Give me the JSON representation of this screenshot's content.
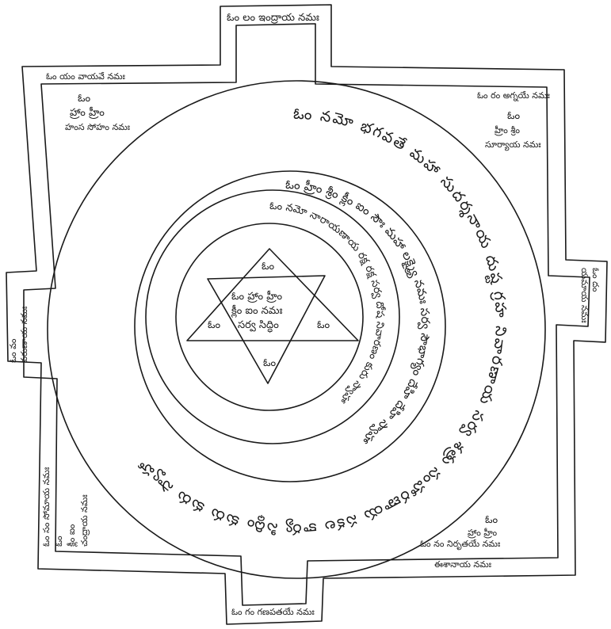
{
  "diagram": {
    "ink_color": "#1a1a1a",
    "paper_color": "#ffffff",
    "gates": {
      "top": "ఓం లం ఇంద్రాయ నమః",
      "bottom": "ఓం గం గణపతయే నమః",
      "right": [
        "ఓం దం",
        "యమాయ నమః"
      ],
      "left": [
        "ఓం వం",
        "వరుణాయ నమః"
      ]
    },
    "corners": {
      "top_left": [
        "ఓం యం వాయవే నమః",
        "ఓం",
        "హ్రాం హ్రీం",
        "హంస సోహం నమః"
      ],
      "top_right": [
        "ఓం రం అగ్నయే నమః",
        "ఓం",
        "హ్రీం శ్రీం",
        "సూర్యాయ నమః"
      ],
      "bottom_left": [
        "ఓం సం సోమాయ నమః",
        "ఓం",
        "క్లీం ఐం",
        "చంద్రాయ నమః"
      ],
      "bottom_right": [
        "ఓం నం నిరృతయే నమః",
        "ఓం",
        "హ్రాం హ్రీం",
        "ఈశానాయ నమః"
      ]
    },
    "rings": {
      "outer": "ఓం నమో భగవతే మహా సుదర్శనాయ దుష్ట గ్రహ నివారణాయ సర్వ శత్రు సంహారణాయ సకల కార్య సిద్ధిం కురు కురు స్వాహా",
      "middle": "ఓం హ్రీం శ్రీం క్లీం ఐం సౌః మహా లక్ష్మ్యై నమః సర్వ సౌభాగ్యం దేహి దేహి స్వాహా",
      "inner": "ఓం నమో నారాయణాయ రక్ష రక్ష సర్వ దోష నివారణం కురు స్వాహా"
    },
    "triangle": {
      "apex": "ఓం",
      "left": "ఓం",
      "right": "ఓం",
      "bottom": "ఓం",
      "center": [
        "ఓం హ్రాం హ్రీం",
        "క్లీం ఐం నమః",
        "సర్వ సిద్ధిం"
      ]
    }
  }
}
